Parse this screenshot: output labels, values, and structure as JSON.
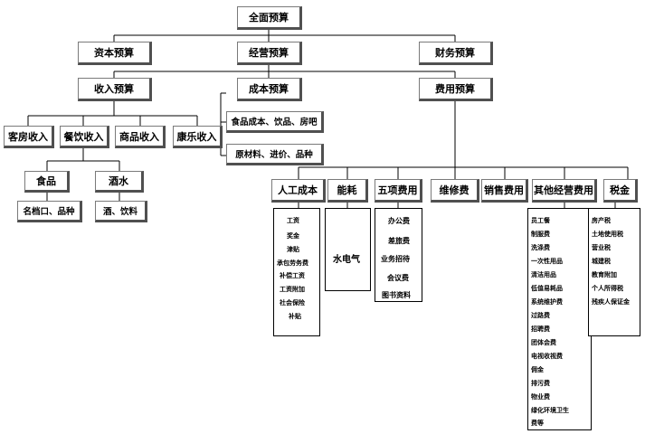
{
  "root": "全面预算",
  "level2": {
    "capital": "资本预算",
    "operating": "经营预算",
    "financial": "财务预算"
  },
  "level3": {
    "income": "收入预算",
    "cost": "成本预算",
    "expense": "费用预算"
  },
  "income_items": {
    "rooms": "客房收入",
    "dining": "餐饮收入",
    "goods": "商品收入",
    "recreation": "康乐收入"
  },
  "dining_items": {
    "food": "食品",
    "drinks": "酒水",
    "food_detail": "名档口、品种",
    "drinks_detail": "酒、饮料"
  },
  "cost_items": {
    "line1": "食品成本、饮品、房吧",
    "line2": "原材料、进价、品种"
  },
  "expense_items": {
    "labor": "人工成本",
    "energy": "能耗",
    "five": "五项费用",
    "repair": "维修费",
    "sales": "销售费用",
    "other": "其他经营费用",
    "tax": "税金"
  },
  "labor_list": [
    "工资",
    "奖金",
    "津贴",
    "承包劳务费",
    "补偿工资",
    "工资附加",
    "社会保险",
    "补贴"
  ],
  "energy_list": [
    "水电气"
  ],
  "five_list": [
    "办公费",
    "差旅费",
    "业务招待",
    "会议费",
    "图书资料"
  ],
  "other_list": [
    "员工餐",
    "制服费",
    "洗涤费",
    "一次性用品",
    "清洁用品",
    "低值易耗品",
    "系统维护费",
    "过路费",
    "招聘费",
    "团体会费",
    "电视收视费",
    "佣金",
    "排污费",
    "物业费",
    "绿化环境卫生",
    "费等"
  ],
  "tax_list": [
    "房产税",
    "土地使用税",
    "营业税",
    "城建税",
    "教育附加",
    "个人所得税",
    "残疾人保证金"
  ]
}
